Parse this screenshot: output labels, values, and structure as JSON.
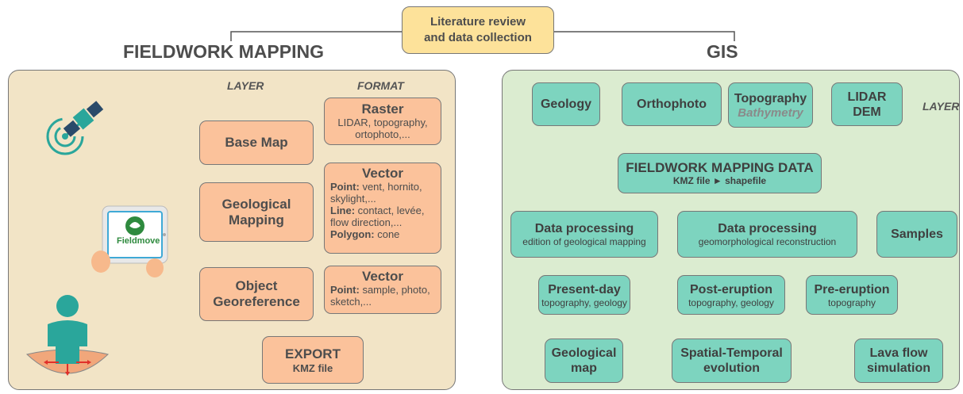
{
  "top": {
    "label": "Literature review\nand data collection"
  },
  "fieldwork": {
    "title": "FIELDWORK MAPPING",
    "layer_header": "LAYER",
    "format_header": "FORMAT",
    "app_label": "Fieldmove",
    "layers": [
      {
        "label": "Base Map"
      },
      {
        "label": "Geological\nMapping"
      },
      {
        "label": "Object\nGeoreference"
      }
    ],
    "export": {
      "title": "EXPORT",
      "sub": "KMZ file"
    },
    "formats": [
      {
        "title": "Raster",
        "lines": [
          {
            "bold": "",
            "text": "LIDAR, topography,"
          },
          {
            "bold": "",
            "text": "ortophoto,..."
          }
        ]
      },
      {
        "title": "Vector",
        "lines": [
          {
            "bold": "Point:",
            "text": " vent, hornito,"
          },
          {
            "bold": "",
            "text": "skylight,..."
          },
          {
            "bold": "Line:",
            "text": " contact, levée,"
          },
          {
            "bold": "",
            "text": "flow direction,..."
          },
          {
            "bold": "Polygon:",
            "text": " cone"
          }
        ]
      },
      {
        "title": "Vector",
        "lines": [
          {
            "bold": "Point:",
            "text": " sample, photo,"
          },
          {
            "bold": "",
            "text": "sketch,..."
          }
        ]
      }
    ]
  },
  "gis": {
    "title": "GIS",
    "layer_header": "LAYER",
    "layers": [
      {
        "title": "Geology",
        "sub": ""
      },
      {
        "title": "Orthophoto",
        "sub": ""
      },
      {
        "title": "Topography",
        "sub": "Bathymetry"
      },
      {
        "title": "LIDAR\nDEM",
        "sub": ""
      }
    ],
    "central": {
      "title": "FIELDWORK MAPPING DATA",
      "sub": "KMZ file ► shapefile"
    },
    "processing": [
      {
        "title": "Data processing",
        "sub": "edition of geological mapping"
      },
      {
        "title": "Data processing",
        "sub": "geomorphological reconstruction"
      },
      {
        "title": "Samples",
        "sub": ""
      }
    ],
    "stages": [
      {
        "title": "Present-day",
        "sub": "topography, geology"
      },
      {
        "title": "Post-eruption",
        "sub": "topography, geology"
      },
      {
        "title": "Pre-eruption",
        "sub": "topography"
      }
    ],
    "outputs": [
      {
        "title": "Geological\nmap"
      },
      {
        "title": "Spatial-Temporal\nevolution"
      },
      {
        "title": "Lava flow\nsimulation"
      }
    ]
  },
  "colors": {
    "orange_box": "#fbc29b",
    "left_panel": "#f2e4c6",
    "right_panel": "#dbecd0",
    "green_box": "#7dd4bf",
    "top_box": "#fde29a",
    "icon_teal": "#2aa69b"
  }
}
